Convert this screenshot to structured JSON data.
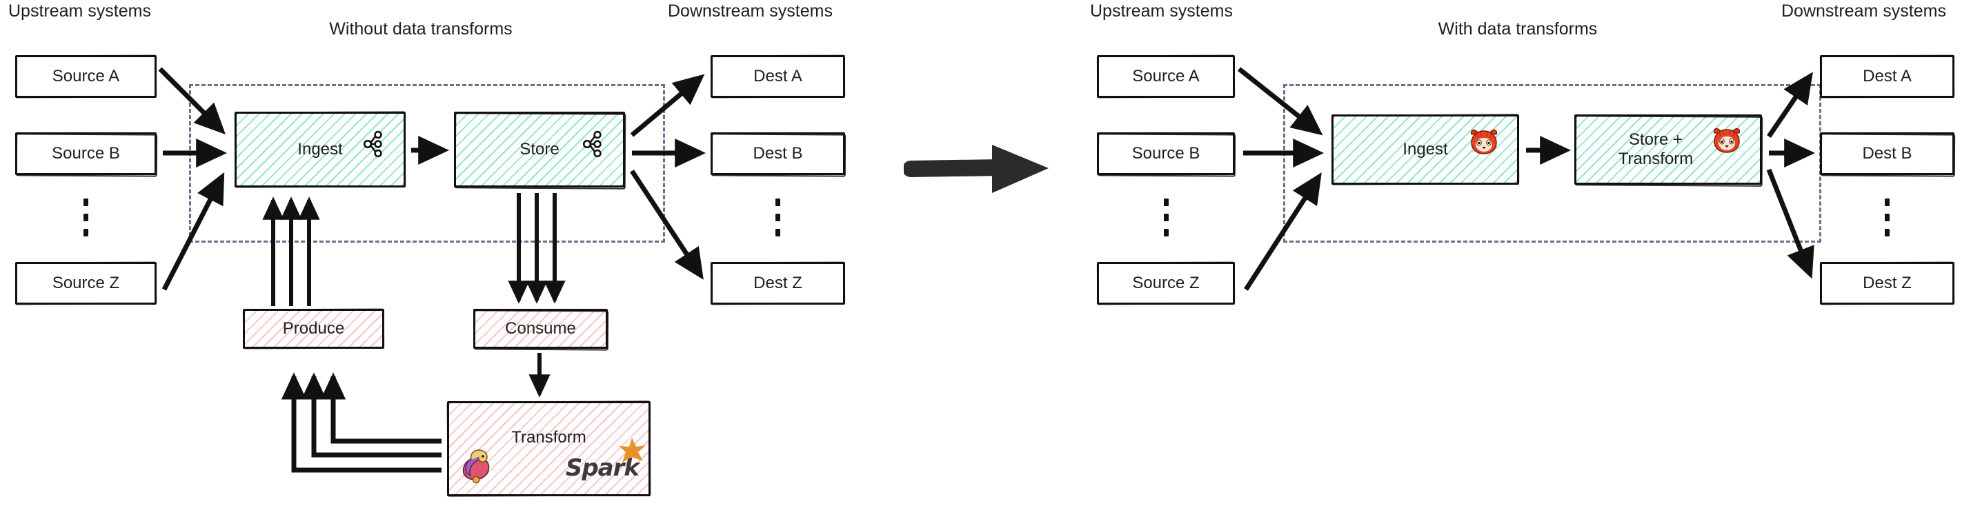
{
  "diagram": {
    "title_semantic": "streaming-pipeline-before-after-comparison",
    "transition_arrow": "right-arrow"
  },
  "left_panel": {
    "upstream_label": "Upstream systems",
    "downstream_label": "Downstream systems",
    "section_title": "Without data transforms",
    "sources": [
      {
        "label": "Source A"
      },
      {
        "label": "Source B"
      },
      {
        "label": "Source Z"
      }
    ],
    "destinations": [
      {
        "label": "Dest A"
      },
      {
        "label": "Dest B"
      },
      {
        "label": "Dest Z"
      }
    ],
    "platform_boxes": [
      {
        "label": "Ingest",
        "icon": "kafka-icon",
        "fill": "teal"
      },
      {
        "label": "Store",
        "icon": "kafka-icon",
        "fill": "teal"
      }
    ],
    "external_boxes": [
      {
        "label": "Produce",
        "fill": "pink"
      },
      {
        "label": "Consume",
        "fill": "pink"
      },
      {
        "label": "Transform",
        "fill": "pink",
        "icons": [
          "flink-icon",
          "spark-icon"
        ]
      }
    ],
    "spark_wordmark": "Spark"
  },
  "right_panel": {
    "upstream_label": "Upstream systems",
    "downstream_label": "Downstream systems",
    "section_title": "With data transforms",
    "sources": [
      {
        "label": "Source A"
      },
      {
        "label": "Source B"
      },
      {
        "label": "Source Z"
      }
    ],
    "destinations": [
      {
        "label": "Dest A"
      },
      {
        "label": "Dest B"
      },
      {
        "label": "Dest Z"
      }
    ],
    "platform_boxes": [
      {
        "label": "Ingest",
        "icon": "redpanda-icon",
        "fill": "teal"
      },
      {
        "label": "Store +\nTransform",
        "icon": "redpanda-icon",
        "fill": "teal"
      }
    ]
  },
  "colors": {
    "teal_hatch": "#3cd0aa",
    "pink_hatch": "#f08282",
    "stroke": "#111111",
    "dashed_boundary": "#64708c",
    "text": "#1f1f1f",
    "redpanda_red": "#e03a1e",
    "spark_orange": "#e8912d",
    "flink_pink": "#e6526b"
  }
}
